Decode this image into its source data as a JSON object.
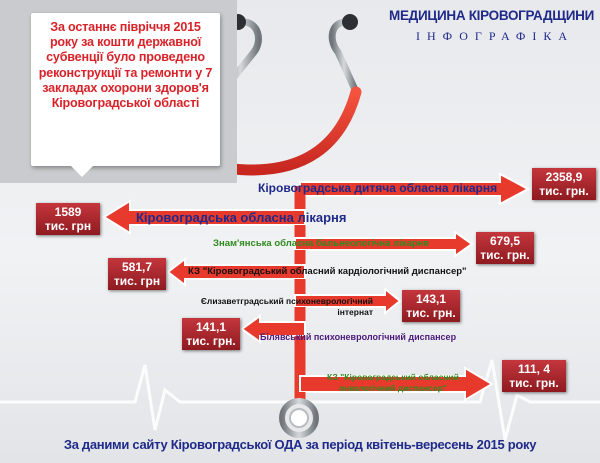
{
  "header": {
    "title": "МЕДИЦИНА КІРОВОГРАДЩИНИ",
    "subtitle": "ІНФОГРАФІКА"
  },
  "intro": {
    "text": "За останнє півріччя 2015 року за кошти державної субвенції було проведено реконструкції та ремонти у 7 закладах охорони здоров'я Кіровоградської області"
  },
  "facilities": [
    {
      "name": "Кіровоградська дитяча обласна лікарня",
      "value": "2358,9",
      "unit": "тис. грн."
    },
    {
      "name": "Кіровоградська обласна лікарня",
      "value": "1589",
      "unit": "тис. грн"
    },
    {
      "name": "Знам'янська обласна бальнеологічна лікарня",
      "value": "679,5",
      "unit": "тис. грн."
    },
    {
      "name": "КЗ \"Кіровоградський обласний кардіологічний диспансер\"",
      "value": "581,7",
      "unit": "тис. грн"
    },
    {
      "name": "Єлизаветградський психоневрологічний інтернат",
      "value": "143,1",
      "unit": "тис. грн."
    },
    {
      "name": "Білявський психоневрологічний диспансер",
      "value": "141,1",
      "unit": "тис. грн."
    },
    {
      "name": "КЗ \"Кіровоградський обласний онкологічний диспансер\"",
      "value": "111, 4",
      "unit": "тис. грн."
    }
  ],
  "footer": {
    "text": "За даними сайту Кіровоградської ОДА за період квітень-вересень 2015 року"
  },
  "colors": {
    "tube": "#e8392d",
    "value_box": "#b3262c",
    "label_blue": "#1f2a8a",
    "label_green": "#2f8a1e",
    "metal": "#9aa0a6"
  }
}
